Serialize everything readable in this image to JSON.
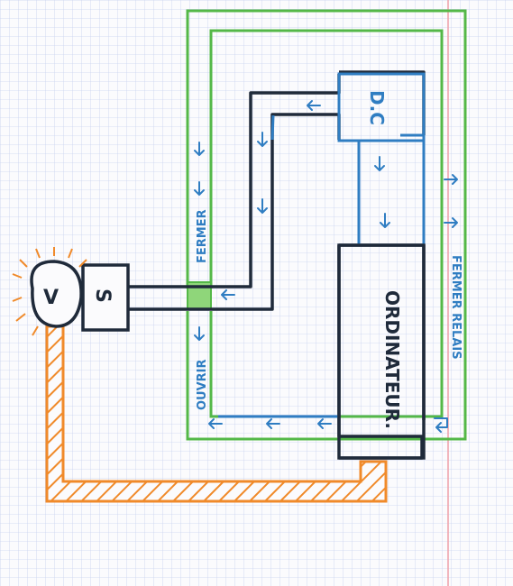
{
  "labels": {
    "v": "V",
    "s": "S",
    "dc": "D.C",
    "ordinateur": "ORDINATEUR.",
    "fermer": "FERMER",
    "ouvrir": "OUVRIR",
    "fermer_relais": "FERMER RELAIS"
  },
  "colors": {
    "paper": "#fbfbfd",
    "grid": "#b9c6e6",
    "margin_line": "#f0a0a8",
    "black_wire": "#1f2a3a",
    "blue_wire": "#2f7dc2",
    "green_wire": "#54b848",
    "orange_wire": "#f08a2a",
    "arrow": "#2f7dc2"
  },
  "icons": [
    "arrow-left-icon",
    "arrow-right-icon",
    "arrow-down-icon"
  ]
}
